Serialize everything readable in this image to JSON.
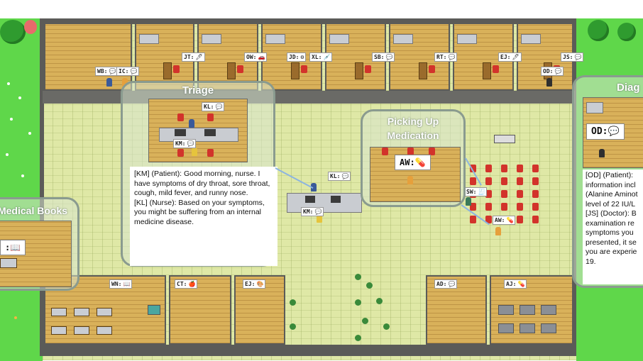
{
  "colors": {
    "grass": "#5fd74a",
    "floor": "#dfe8a6",
    "wall": "#5b5b58",
    "room": "#d9b15a",
    "chair": "#d2332b",
    "panel_border": "#8a9b8f"
  },
  "top_rooms": [
    {
      "id": "WB",
      "tags": [
        {
          "name": "WB:",
          "icon": "speech-bubble-icon",
          "glyph": "💬"
        },
        {
          "name": "IC:",
          "icon": "speech-bubble-icon",
          "glyph": "💬"
        }
      ]
    },
    {
      "id": "JT",
      "tags": [
        {
          "name": "JT:",
          "icon": "pen-icon",
          "glyph": "🖊"
        }
      ]
    },
    {
      "id": "OW",
      "tags": [
        {
          "name": "OW:",
          "icon": "car-icon",
          "glyph": "🚗"
        }
      ]
    },
    {
      "id": "JD",
      "tags": [
        {
          "name": "JD:",
          "icon": "gear-icon",
          "glyph": "⚙"
        },
        {
          "name": "XL:",
          "icon": "syringe-icon",
          "glyph": "💉"
        }
      ]
    },
    {
      "id": "SB",
      "tags": [
        {
          "name": "SB:",
          "icon": "speech-bubble-icon",
          "glyph": "💬"
        }
      ]
    },
    {
      "id": "RT",
      "tags": [
        {
          "name": "RT:",
          "icon": "speech-bubble-icon",
          "glyph": "💬"
        }
      ]
    },
    {
      "id": "EJ",
      "tags": [
        {
          "name": "EJ:",
          "icon": "pen-icon",
          "glyph": "🖊"
        }
      ]
    },
    {
      "id": "JS",
      "tags": [
        {
          "name": "JS:",
          "icon": "speech-bubble-icon",
          "glyph": "💬"
        },
        {
          "name": "OD:",
          "icon": "speech-bubble-icon",
          "glyph": "💬"
        }
      ]
    }
  ],
  "bottom_tags": [
    {
      "name": "WN:",
      "glyph": "📖",
      "icon": "book-icon"
    },
    {
      "name": "CT:",
      "glyph": "🍎",
      "icon": "apple-icon"
    },
    {
      "name": "EJ:",
      "glyph": "🎨",
      "icon": "palette-icon"
    },
    {
      "name": "AD:",
      "glyph": "💬",
      "icon": "speech-bubble-icon"
    },
    {
      "name": "AJ:",
      "glyph": "💊",
      "icon": "pill-icon"
    }
  ],
  "hall_tags": {
    "kl": {
      "name": "KL:",
      "glyph": "💬",
      "icon": "speech-bubble-icon"
    },
    "km": {
      "name": "KM:",
      "glyph": "💬",
      "icon": "speech-bubble-icon"
    },
    "sw": {
      "name": "SW:",
      "glyph": "🧾",
      "icon": "receipt-icon"
    },
    "aw": {
      "name": "AW:",
      "glyph": "💊",
      "icon": "pill-icon"
    }
  },
  "panels": {
    "triage": {
      "title": "Triage",
      "kl_tag": "KL:",
      "km_tag": "KM:",
      "dialogue": [
        "[KM] (Patient): Good morning, nurse.  I have symptoms of dry throat, sore throat, cough, mild fever, and runny nose.",
        "[KL] (Nurse): Based on your symptoms, you might be suffering from an internal medicine disease."
      ]
    },
    "medication": {
      "title_line1": "Picking Up",
      "title_line2": "Medication",
      "tag": "AW:"
    },
    "books": {
      "title": "Medical Books",
      "tag": ":"
    },
    "diagnosis": {
      "title": "Diag",
      "tag": "OD:",
      "dialogue_lines": [
        "[OD] (Patient): ",
        "information incl",
        "(Alanine Aminot",
        "level of 22 IU/L",
        "[JS] (Doctor): B",
        "examination re",
        "symptoms you",
        "presented, it se",
        "you are experie",
        "19."
      ]
    }
  }
}
